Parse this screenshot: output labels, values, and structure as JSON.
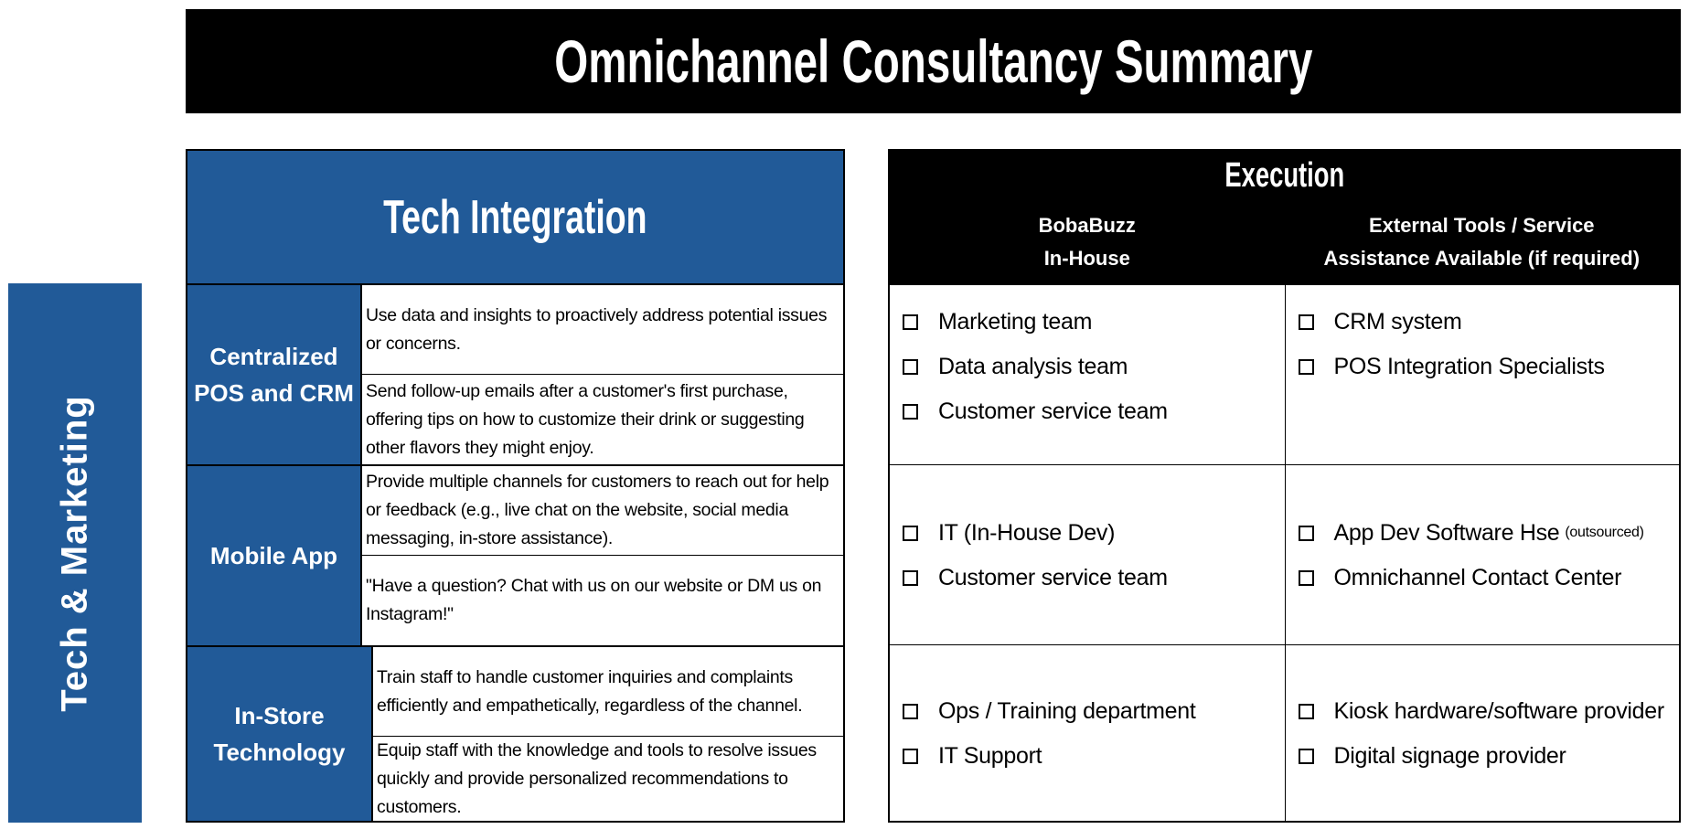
{
  "title": "Omnichannel Consultancy Summary",
  "side_label": "Tech & Marketing",
  "tech": {
    "heading": "Tech Integration",
    "rows": [
      {
        "label": "Centralized POS and CRM",
        "items": [
          "Use data and insights to proactively address potential issues or concerns.",
          "Send follow-up emails after a customer's first purchase, offering tips on how to customize their drink or suggesting other flavors they might enjoy."
        ]
      },
      {
        "label": "Mobile App",
        "items": [
          "Provide multiple channels for customers to reach out for help or feedback (e.g., live chat on the website, social media messaging, in-store assistance).",
          "\"Have a question? Chat with us on our website or DM us on Instagram!\""
        ]
      },
      {
        "label": "In-Store Technology",
        "items": [
          "Train staff to handle customer inquiries and complaints efficiently and empathetically, regardless of the channel.",
          "Equip staff with the knowledge and tools to resolve issues quickly and provide personalized recommendations to customers."
        ]
      }
    ]
  },
  "execution": {
    "heading": "Execution",
    "col1_line1": "BobaBuzz",
    "col1_line2": "In-House",
    "col2_line1": "External Tools / Service",
    "col2_line2": "Assistance Available (if required)",
    "rows": [
      {
        "inhouse": [
          "Marketing team",
          "Data analysis team",
          "Customer service team"
        ],
        "external": [
          "CRM system",
          "POS Integration Specialists"
        ]
      },
      {
        "inhouse": [
          "IT (In-House Dev)",
          "Customer service team"
        ],
        "external": [
          "App Dev Software Hse",
          "Omnichannel Contact Center"
        ],
        "external_note": "(outsourced)"
      },
      {
        "inhouse": [
          "Ops / Training department",
          "IT Support"
        ],
        "external": [
          "Kiosk hardware/software provider",
          "Digital signage provider"
        ]
      }
    ]
  },
  "colors": {
    "blue": "#215a98",
    "black": "#000000"
  }
}
